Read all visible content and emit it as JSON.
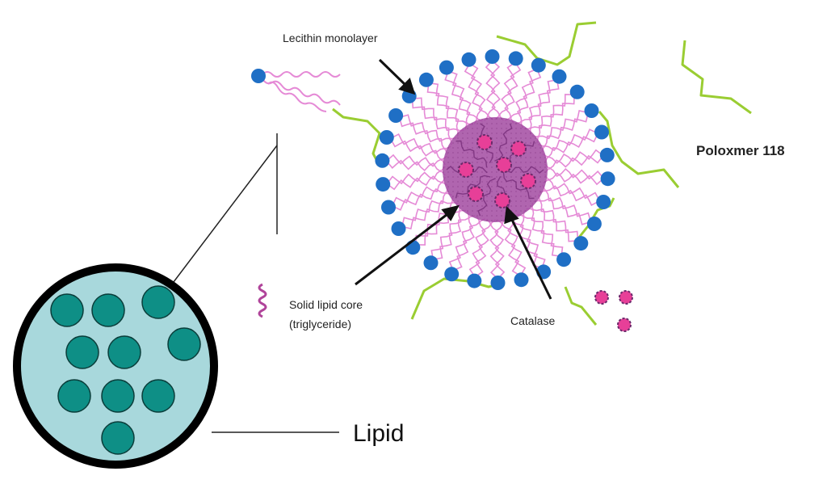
{
  "labels": {
    "lecithin": "Lecithin monolayer",
    "poloxamer": "Poloxmer 118",
    "core_line1": "Solid lipid core",
    "core_line2": "(triglyceride)",
    "catalase": "Catalase",
    "lipid": "Lipid"
  },
  "colors": {
    "head_blue": "#1f6fc5",
    "tail_pink": "#e58ad6",
    "core_purple": "#a24aa1",
    "catalase_pink": "#e73f98",
    "polymer_green": "#9acd32",
    "zoom_fill": "#a8d8dc",
    "zoom_dot": "#0e8f86",
    "legend_wave": "#b0449a"
  }
}
